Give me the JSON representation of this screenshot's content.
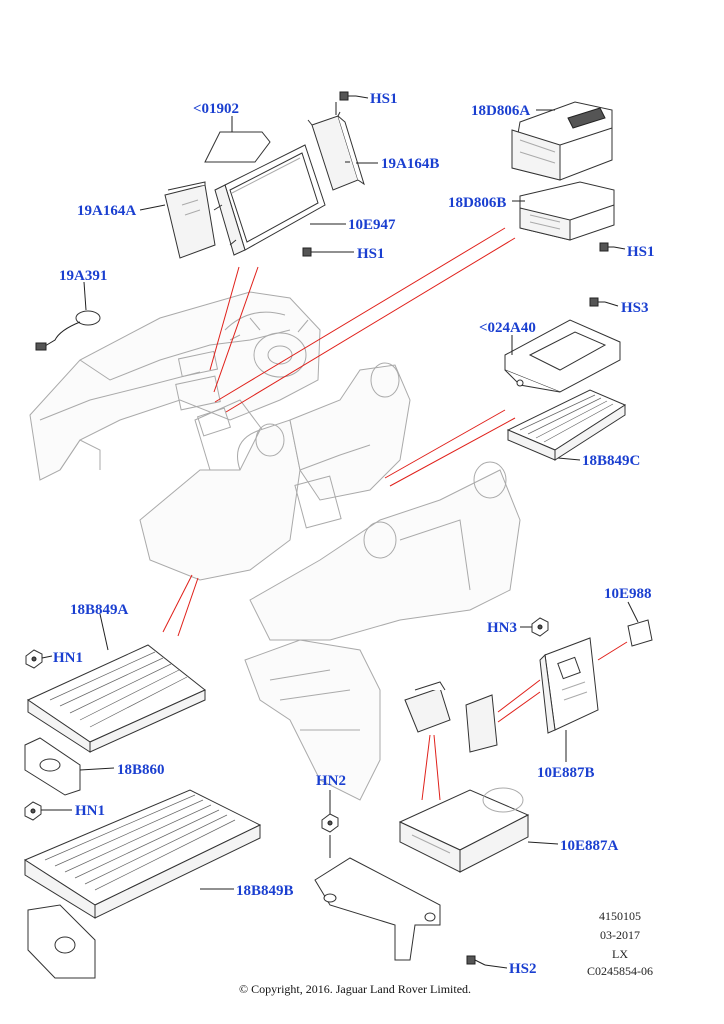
{
  "labels": {
    "l01902": "<01902",
    "hs1_top": "HS1",
    "l19a164b": "19A164B",
    "l19a164a": "19A164A",
    "l10e947": "10E947",
    "hs1_mid": "HS1",
    "l18d806a": "18D806A",
    "l18d806b": "18D806B",
    "hs1_right": "HS1",
    "l19a391": "19A391",
    "hs3": "HS3",
    "l024a40": "<024A40",
    "l18b849c": "18B849C",
    "l18b849a": "18B849A",
    "hn1_a": "HN1",
    "l18b860": "18B860",
    "hn1_b": "HN1",
    "l18b849b": "18B849B",
    "hn3": "HN3",
    "l10e988": "10E988",
    "l10e887b": "10E887B",
    "hn2": "HN2",
    "l10e887a": "10E887A",
    "hs2": "HS2"
  },
  "meta": {
    "ref_number": "4150105",
    "date": "03-2017",
    "model": "LX",
    "doc_code": "C0245854-06"
  },
  "copyright": "© Copyright, 2016. Jaguar Land Rover Limited.",
  "colors": {
    "label": "#1a3fd0",
    "callout": "#e0201a",
    "ink": "#333333"
  }
}
